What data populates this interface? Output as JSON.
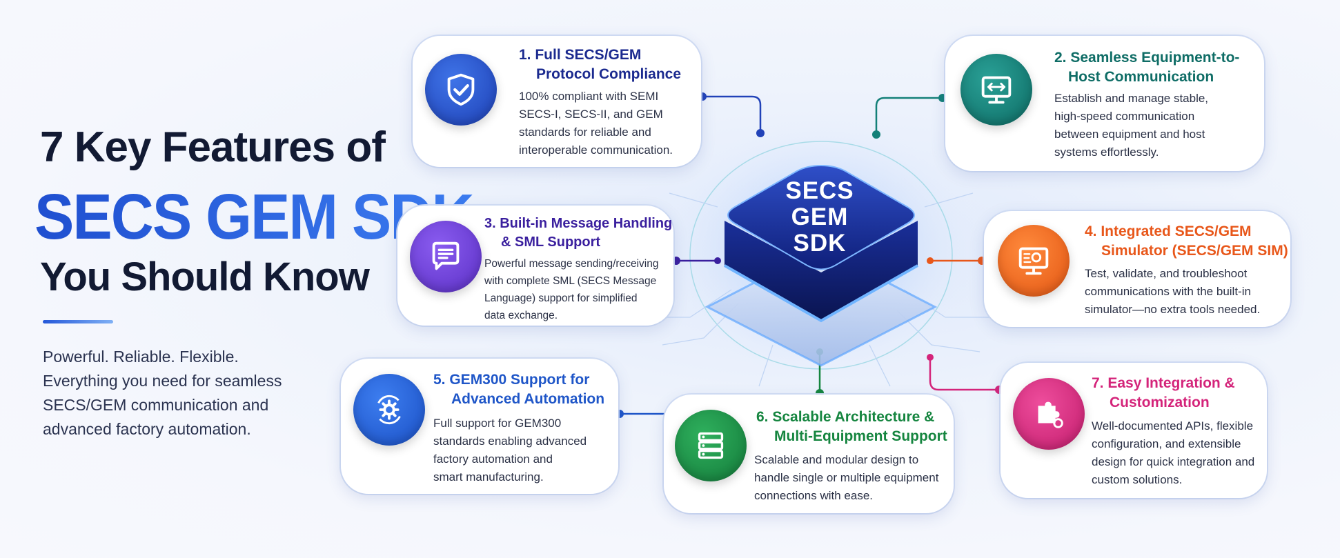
{
  "headline": {
    "line1": "7 Key Features of",
    "line2": "SECS GEM SDK",
    "line3": "You Should Know"
  },
  "tagline": [
    "Powerful. Reliable. Flexible.",
    "Everything you need for seamless",
    "SECS/GEM communication and",
    "advanced factory automation."
  ],
  "center": {
    "lines": [
      "SECS",
      "GEM",
      "SDK"
    ]
  },
  "features": [
    {
      "title_lines": [
        "1. Full SECS/GEM",
        "Protocol Compliance"
      ],
      "color": "#1b2a8f",
      "icon": "shield-check-icon",
      "desc_lines": [
        "100% compliant with SEMI",
        "SECS-I, SECS-II, and GEM",
        "standards for reliable and",
        "interoperable communication."
      ]
    },
    {
      "title_lines": [
        "2. Seamless Equipment-to-",
        "Host Communication"
      ],
      "color": "#0f6d66",
      "icon": "monitor-arrows-icon",
      "desc_lines": [
        "Establish and manage stable,",
        "high-speed communication",
        "between equipment and host",
        "systems effortlessly."
      ]
    },
    {
      "title_lines": [
        "3. Built-in Message Handling",
        "& SML Support"
      ],
      "color": "#3a1f9e",
      "icon": "message-bubble-icon",
      "desc_lines": [
        "Powerful message sending/receiving",
        "with complete SML (SECS Message",
        "Language) support for simplified",
        "data exchange."
      ]
    },
    {
      "title_lines": [
        "4. Integrated SECS/GEM",
        "Simulator (SECS/GEM SIM)"
      ],
      "color": "#e8571a",
      "icon": "simulator-monitor-icon",
      "desc_lines": [
        "Test, validate, and troubleshoot",
        "communications with the built-in",
        "simulator—no extra tools needed."
      ]
    },
    {
      "title_lines": [
        "5. GEM300 Support for",
        "Advanced Automation"
      ],
      "color": "#1f56c8",
      "icon": "gear-cycle-icon",
      "desc_lines": [
        "Full support for GEM300",
        "standards enabling advanced",
        "factory automation and",
        "smart manufacturing."
      ]
    },
    {
      "title_lines": [
        "6. Scalable Architecture &",
        "Multi-Equipment Support"
      ],
      "color": "#15853f",
      "icon": "server-stack-icon",
      "desc_lines": [
        "Scalable and modular design to",
        "handle single or multiple equipment",
        "connections with ease."
      ]
    },
    {
      "title_lines": [
        "7. Easy Integration &",
        "Customization"
      ],
      "color": "#d4247a",
      "icon": "puzzle-gear-icon",
      "desc_lines": [
        "Well-documented APIs, flexible",
        "configuration, and extensible",
        "design for quick integration and",
        "custom solutions."
      ]
    }
  ]
}
